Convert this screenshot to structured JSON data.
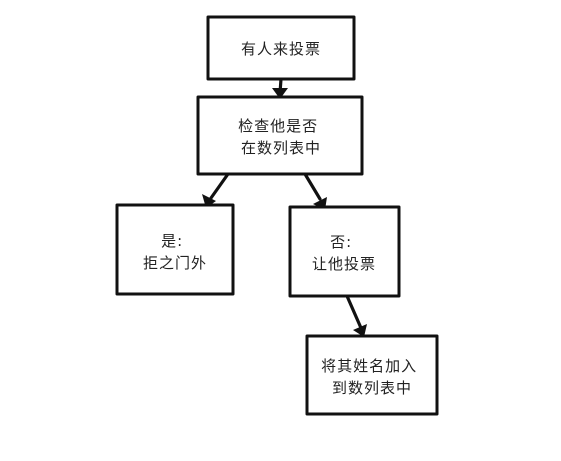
{
  "nodes": {
    "start": {
      "lines": [
        "有人来投票"
      ]
    },
    "check": {
      "lines": [
        "检查他是否",
        "在数列表中"
      ]
    },
    "yes": {
      "lines": [
        "是:",
        "拒之门外"
      ]
    },
    "no": {
      "lines": [
        "否:",
        "让他投票"
      ]
    },
    "add": {
      "lines": [
        "将其姓名加入",
        "到数列表中"
      ]
    }
  },
  "colors": {
    "stroke": "#111111",
    "text": "#222222",
    "background": "#ffffff"
  }
}
